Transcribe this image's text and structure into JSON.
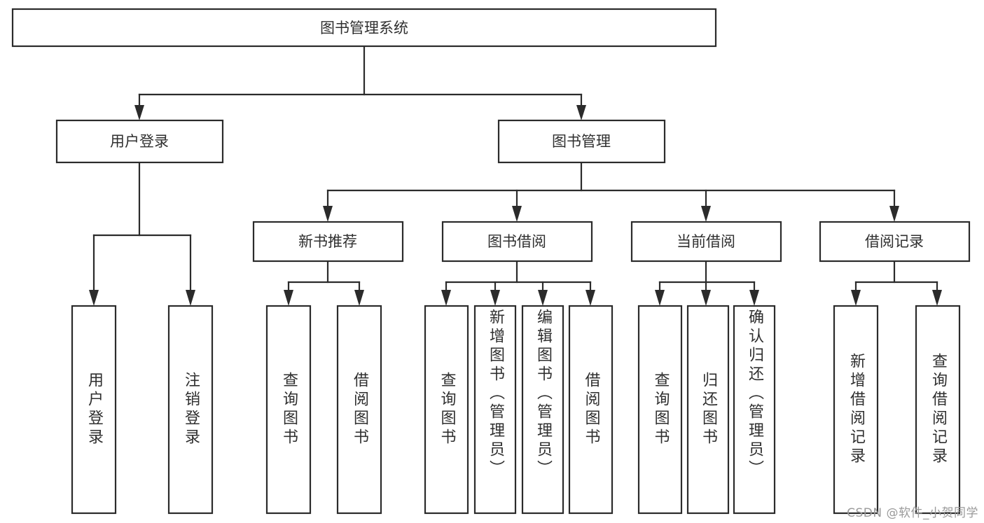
{
  "diagram": {
    "type": "tree",
    "title": "图书管理系统",
    "watermark": "CSDN @软件_小贺同学",
    "colors": {
      "box_stroke": "#2b2b2b",
      "box_fill": "#ffffff",
      "text": "#2f2f2f",
      "connector": "#2b2b2b",
      "watermark": "#9a9a9a",
      "background": "#ffffff"
    },
    "root": {
      "label": "图书管理系统",
      "orientation": "horizontal"
    },
    "level2": [
      {
        "label": "用户登录",
        "orientation": "horizontal"
      },
      {
        "label": "图书管理",
        "orientation": "horizontal"
      }
    ],
    "level3": [
      {
        "label": "新书推荐",
        "orientation": "horizontal"
      },
      {
        "label": "图书借阅",
        "orientation": "horizontal"
      },
      {
        "label": "当前借阅",
        "orientation": "horizontal"
      },
      {
        "label": "借阅记录",
        "orientation": "horizontal"
      }
    ],
    "leaves": {
      "user_login": [
        {
          "label": "用户登录",
          "orientation": "vertical"
        },
        {
          "label": "注销登录",
          "orientation": "vertical"
        }
      ],
      "new_book_recommend": [
        {
          "label": "查询图书",
          "orientation": "vertical"
        },
        {
          "label": "借阅图书",
          "orientation": "vertical"
        }
      ],
      "book_borrow": [
        {
          "label": "查询图书",
          "orientation": "vertical"
        },
        {
          "label": "新增图书（管理员）",
          "orientation": "vertical"
        },
        {
          "label": "编辑图书（管理员）",
          "orientation": "vertical"
        },
        {
          "label": "借阅图书",
          "orientation": "vertical"
        }
      ],
      "current_borrow": [
        {
          "label": "查询图书",
          "orientation": "vertical"
        },
        {
          "label": "归还图书",
          "orientation": "vertical"
        },
        {
          "label": "确认归还（管理员）",
          "orientation": "vertical"
        }
      ],
      "borrow_record": [
        {
          "label": "新增借阅记录",
          "orientation": "vertical"
        },
        {
          "label": "查询借阅记录",
          "orientation": "vertical"
        }
      ]
    }
  }
}
